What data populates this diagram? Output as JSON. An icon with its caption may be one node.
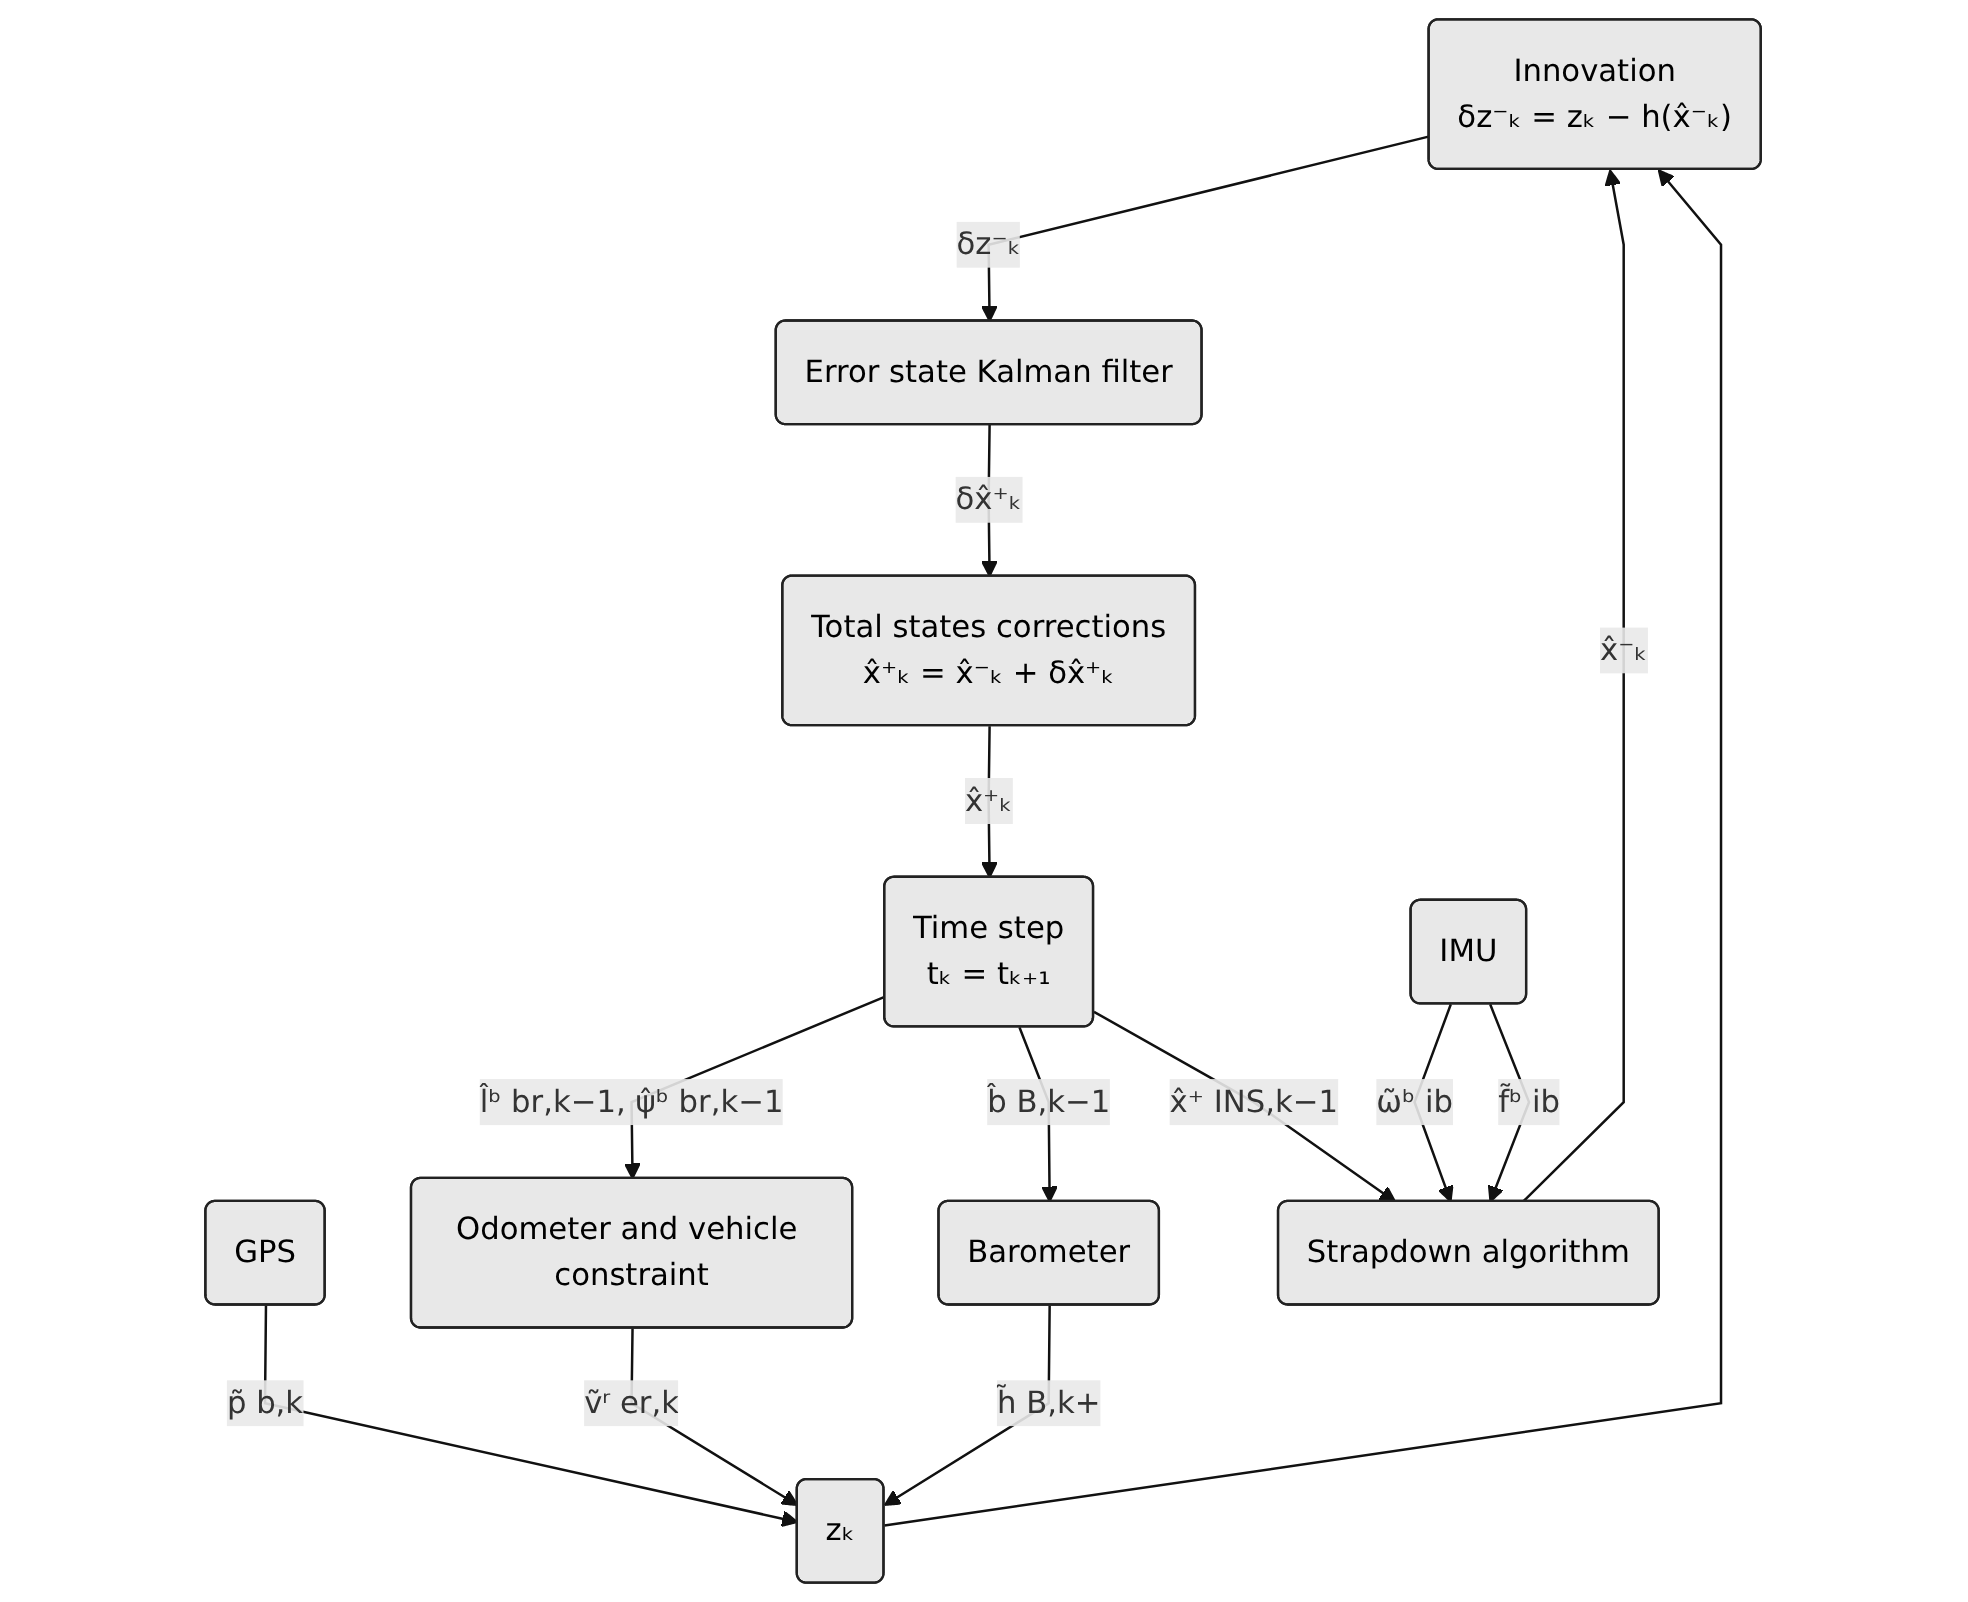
{
  "diagram": {
    "nodes": [
      {
        "text": [
          "Innovation",
          "δz⁻ₖ = zₖ − h(x̂⁻ₖ)"
        ]
      },
      {
        "text": [
          "Error state Kalman filter"
        ]
      },
      {
        "text": [
          "zₖ"
        ]
      },
      {
        "text": [
          "Total states corrections",
          "x̂⁺ₖ = x̂⁻ₖ + δx̂⁺ₖ"
        ]
      },
      {
        "text": [
          "GPS"
        ]
      },
      {
        "text": [
          "Odometer and vehicle constraint"
        ]
      },
      {
        "text": [
          "Time step",
          "tₖ = tₖ₊₁"
        ]
      },
      {
        "text": [
          "Barometer"
        ]
      },
      {
        "text": [
          "IMU"
        ]
      },
      {
        "text": [
          "Strapdown algorithm"
        ]
      }
    ],
    "edges": [
      {
        "from": 0,
        "to": 1,
        "arrow": "to",
        "label": "δz⁻ₖ"
      },
      {
        "from": 1,
        "to": 3,
        "arrow": "to",
        "label": "δx̂⁺ₖ"
      },
      {
        "from": 9,
        "to": 0,
        "arrow": "to",
        "label": "x̂⁻ₖ"
      },
      {
        "from": 3,
        "to": 6,
        "arrow": "to",
        "label": "x̂⁺ₖ"
      },
      {
        "from": 6,
        "to": 5,
        "arrow": "to",
        "label": "l̂ᵇ br,k−1, ψ̂ᵇ br,k−1"
      },
      {
        "from": 6,
        "to": 7,
        "arrow": "to",
        "label": "b̂ B,k−1"
      },
      {
        "from": 6,
        "to": 9,
        "arrow": "to",
        "label": "x̂⁺ INS,k−1"
      },
      {
        "from": 8,
        "to": 9,
        "arrow": "to",
        "label": "ω̃ᵇ ib"
      },
      {
        "from": 8,
        "to": 9,
        "arrow": "to",
        "label": "f̃ᵇ ib"
      },
      {
        "from": 4,
        "to": 2,
        "arrow": "to",
        "label": "p̃ b,k"
      },
      {
        "from": 5,
        "to": 2,
        "arrow": "to",
        "label": "ṽʳ er,k"
      },
      {
        "from": 7,
        "to": 2,
        "arrow": "to",
        "label": "h̃ B,k+"
      },
      {
        "from": 2,
        "to": 0,
        "arrow": "to"
      }
    ]
  }
}
